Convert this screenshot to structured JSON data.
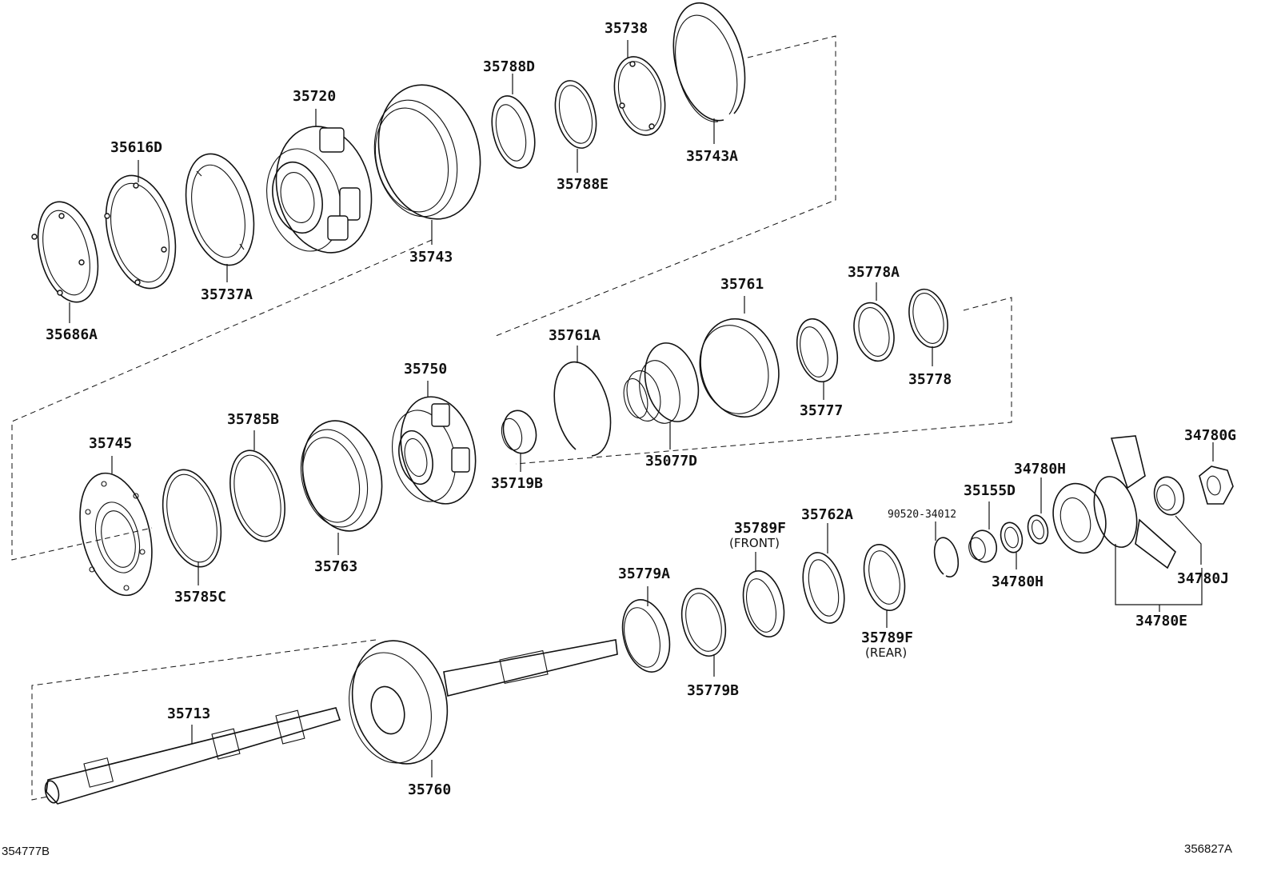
{
  "parts": {
    "p35686A": "35686A",
    "p35616D": "35616D",
    "p35737A": "35737A",
    "p35720": "35720",
    "p35743": "35743",
    "p35788D": "35788D",
    "p35788E": "35788E",
    "p35738": "35738",
    "p35743A": "35743A",
    "p35745": "35745",
    "p35785C": "35785C",
    "p35785B": "35785B",
    "p35763": "35763",
    "p35750": "35750",
    "p35719B": "35719B",
    "p35761A": "35761A",
    "p35077D": "35077D",
    "p35761": "35761",
    "p35777": "35777",
    "p35778A": "35778A",
    "p35778": "35778",
    "p35713": "35713",
    "p35760": "35760",
    "p35779A": "35779A",
    "p35779B": "35779B",
    "p35789F_front": "35789F",
    "front_note": "(FRONT)",
    "p35762A": "35762A",
    "p35789F_rear": "35789F",
    "rear_note": "(REAR)",
    "p90520": "90520-34012",
    "p35155D": "35155D",
    "p34780H_top": "34780H",
    "p34780H_bot": "34780H",
    "p34780G": "34780G",
    "p34780J": "34780J",
    "p34780E": "34780E"
  },
  "footer": {
    "left_code": "354777B",
    "right_code": "356827A"
  }
}
